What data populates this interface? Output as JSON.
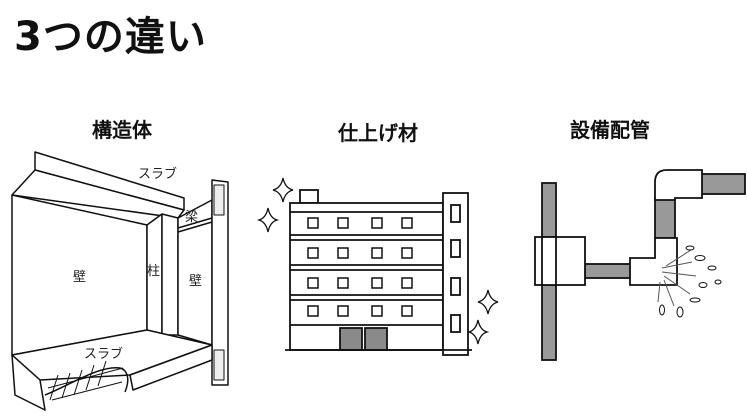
{
  "title": "3つの違い",
  "sections": [
    {
      "heading": "構造体",
      "labels": {
        "slab_top": "スラブ",
        "beam": "梁",
        "column": "柱",
        "wall_left": "壁",
        "wall_right": "壁",
        "slab_bottom": "スラブ"
      }
    },
    {
      "heading": "仕上げ材"
    },
    {
      "heading": "設備配管"
    }
  ],
  "colors": {
    "pipe": "#999999",
    "door": "#8a8a8a",
    "line": "#111111"
  }
}
